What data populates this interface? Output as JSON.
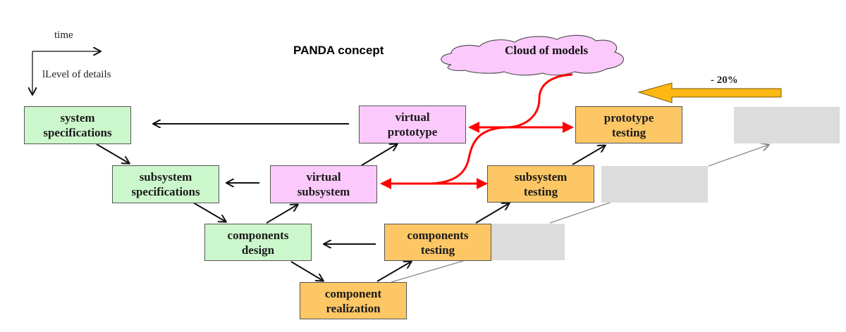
{
  "title": "PANDA concept",
  "legend": {
    "horizontal_axis": "time",
    "vertical_axis": "lLevel of details"
  },
  "cloud": {
    "label": "Cloud of models"
  },
  "reduction": {
    "label": "- 20%"
  },
  "boxes": {
    "system_specifications": {
      "line1": "system",
      "line2": "specifications"
    },
    "subsystem_specifications": {
      "line1": "subsystem",
      "line2": "specifications"
    },
    "components_design": {
      "line1": "components",
      "line2": "design"
    },
    "component_realization": {
      "line1": "component",
      "line2": "realization"
    },
    "components_testing": {
      "line1": "components",
      "line2": "testing"
    },
    "subsystem_testing": {
      "line1": "subsystem",
      "line2": "testing"
    },
    "prototype_testing": {
      "line1": "prototype",
      "line2": "testing"
    },
    "virtual_subsystem": {
      "line1": "virtual",
      "line2": "subsystem"
    },
    "virtual_prototype": {
      "line1": "virtual",
      "line2": "prototype"
    }
  },
  "colors": {
    "specification": "#ccf7cc",
    "virtual": "#fcc9fc",
    "testing": "#fdc766",
    "ghost": "#dcdcdc",
    "model_link": "#ff0000",
    "reduction_arrow": "#fdb813"
  }
}
